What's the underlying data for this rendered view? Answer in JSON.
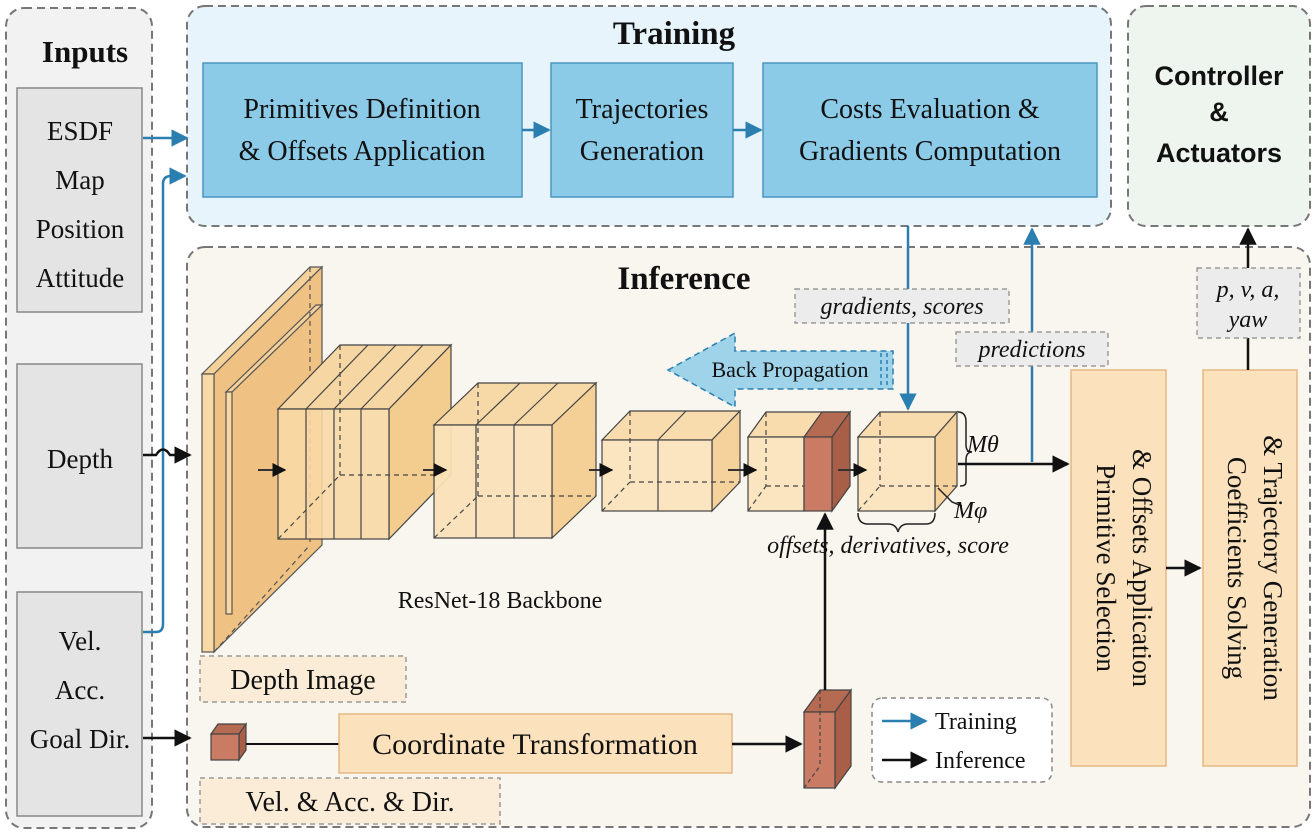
{
  "sections": {
    "inputs": "Inputs",
    "training": "Training",
    "inference": "Inference",
    "controller": [
      "Controller",
      "&",
      "Actuators"
    ]
  },
  "inputs": {
    "esdf": [
      "ESDF",
      "Map",
      "Position",
      "Attitude"
    ],
    "depth": "Depth",
    "state": [
      "Vel.",
      "Acc.",
      "Goal Dir."
    ]
  },
  "training_steps": [
    [
      "Primitives Definition",
      "& Offsets Application"
    ],
    [
      "Trajectories",
      "Generation"
    ],
    [
      "Costs Evaluation &",
      "Gradients Computation"
    ]
  ],
  "labels": {
    "gradients_scores": "gradients, scores",
    "predictions": "predictions",
    "back_propagation": "Back Propagation",
    "backbone": "ResNet-18 Backbone",
    "depth_image": "Depth Image",
    "vel_acc_dir": "Vel. & Acc. & Dir.",
    "coord_transform": "Coordinate Transformation",
    "m_theta": "Mθ",
    "m_phi": "Mφ",
    "output_desc": "offsets, derivatives, score",
    "pvay": [
      "p, v, a,",
      "yaw"
    ]
  },
  "post_steps": {
    "selection": [
      "Primitive Selection",
      "& Offsets Application"
    ],
    "solving": [
      "Coefficients Solving",
      "& Trajectory Generation"
    ]
  },
  "legend": {
    "training": "Training",
    "inference": "Inference"
  },
  "colors": {
    "training_arrow": "#2a7fb0",
    "training_box": "#8ccbe8",
    "training_bg": "#e7f4fb",
    "inference_bg": "#f9f6ef",
    "controller_bg": "#eef5ee",
    "input_box": "#e4e4e4",
    "layer_fill": "#f8d9a6",
    "output_fill": "#c97b63",
    "orange_box": "#fbe2bd"
  }
}
